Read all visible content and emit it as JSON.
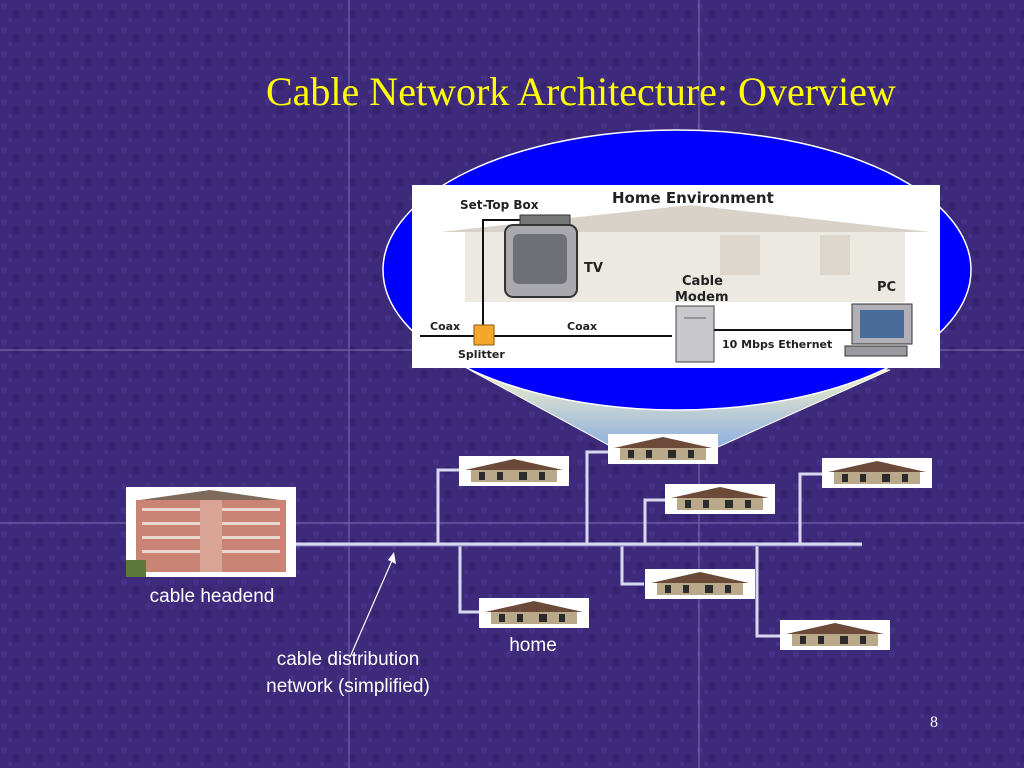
{
  "slide": {
    "title": "Cable Network Architecture: Overview",
    "page_number": "8",
    "colors": {
      "title": "#ffff00",
      "background": "#3d2a7a",
      "ellipse": "#0000ff"
    }
  },
  "labels": {
    "headend": "cable headend",
    "home": "home",
    "distribution_line1": "cable distribution",
    "distribution_line2": "network (simplified)"
  },
  "home_environment": {
    "heading": "Home Environment",
    "set_top_box": "Set-Top Box",
    "tv": "TV",
    "cable_modem_line1": "Cable",
    "cable_modem_line2": "Modem",
    "pc": "PC",
    "coax_left": "Coax",
    "coax_right": "Coax",
    "splitter": "Splitter",
    "ethernet": "10 Mbps Ethernet"
  }
}
